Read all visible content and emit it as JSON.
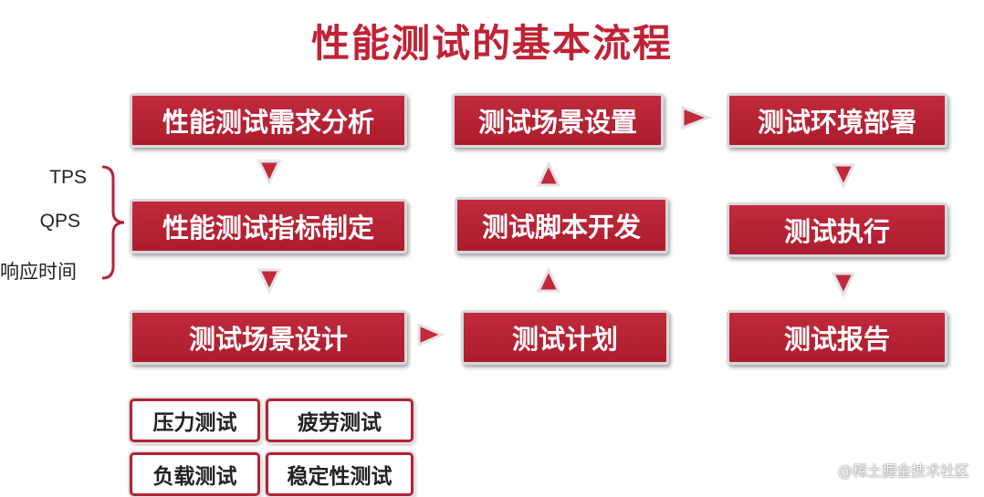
{
  "title": "性能测试的基本流程",
  "colors": {
    "accent": "#b32335",
    "arrow": "#c02a3c",
    "title": "#c12235"
  },
  "steps": {
    "requirements": "性能测试需求分析",
    "metrics": "性能测试指标制定",
    "scenario_design": "测试场景设计",
    "plan": "测试计划",
    "script": "测试脚本开发",
    "scenario_setup": "测试场景设置",
    "env": "测试环境部署",
    "execute": "测试执行",
    "report": "测试报告"
  },
  "metrics_list": [
    "TPS",
    "QPS",
    "响应时间"
  ],
  "test_types": [
    "压力测试",
    "疲劳测试",
    "负载测试",
    "稳定性测试"
  ],
  "watermark": "@稀土掘金技术社区"
}
